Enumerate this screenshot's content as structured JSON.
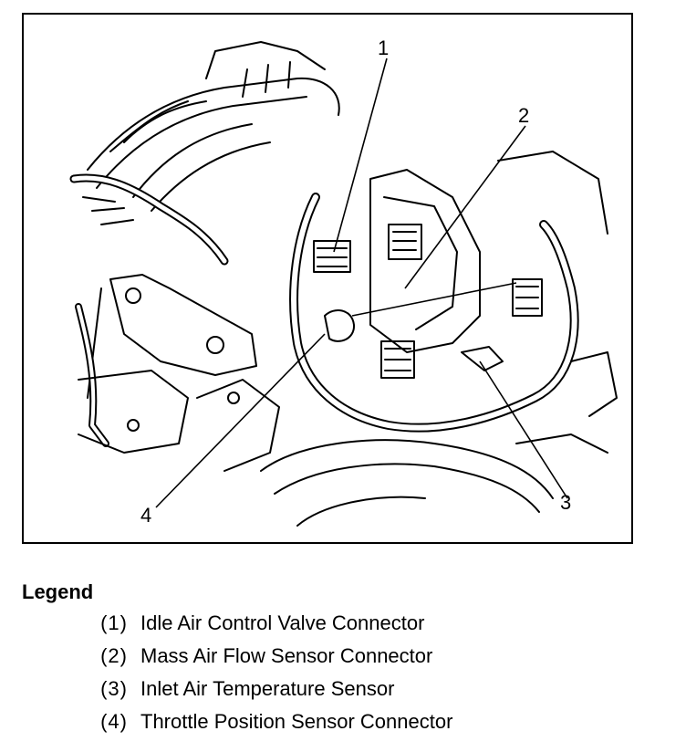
{
  "callouts": [
    "1",
    "2",
    "3",
    "4"
  ],
  "legend": {
    "title": "Legend",
    "items": [
      {
        "num": "(1)",
        "text": "Idle Air Control Valve Connector"
      },
      {
        "num": "(2)",
        "text": "Mass Air Flow Sensor Connector"
      },
      {
        "num": "(3)",
        "text": "Inlet Air Temperature Sensor"
      },
      {
        "num": "(4)",
        "text": "Throttle Position Sensor Connector"
      }
    ]
  }
}
